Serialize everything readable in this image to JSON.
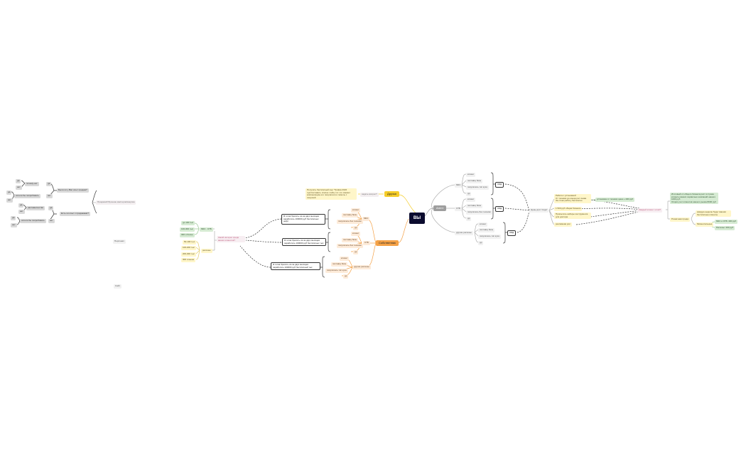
{
  "colors": {
    "root": "#0b0b2e",
    "branch_yellow": "#f5cc28",
    "branch_orange": "#f4a146",
    "branch_grey": "#9e9e9e",
    "green_node": "#d6ebd3",
    "yellow_node": "#fff6c9",
    "pink_node": "#f7eef2",
    "line_grey": "#b0b0b0",
    "dashed_line": "#333333"
  },
  "root": {
    "label": "ВЫ"
  },
  "branches": {
    "druzya": "Друзья",
    "sobstvennik": "Собственник",
    "agent": "Агент"
  },
  "druzya": {
    "question": "задать вопрос?",
    "note": "Получить бесплатный сыр \"Тривиа 2022 год\"Составить список чтобы тот что сможет компенсацию его покупателя и помочь с покупкой"
  },
  "owner": {
    "groups": [
      "МКС",
      "СТБ",
      "другие регионы"
    ],
    "items_mks": [
      "клиент",
      "поставщ бизн",
      "покупатель без техники",
      "др"
    ],
    "items_stb": [
      "клиент",
      "поставщ бизн",
      "покупатель без техники",
      "др"
    ],
    "items_other": [
      "клиент",
      "поставщ бизн",
      "покупатель тип кухн",
      "др"
    ],
    "boxes": [
      "Я готов бросить из-за двух месяцев заработать 100000 руб бесплатных нефт",
      "Я готов бросить из-за двух месяцев заработать 100000 руб бесплатных тыс",
      "Я готов бросить из-за двух месяцев заработать 100000 руб бесплатный тыс"
    ],
    "question": "Какой интерес среди ваших клиентов?",
    "mks_label": "МКС . СТБ",
    "regions_label": "регионы",
    "ranges_green": [
      "до 100 тыс",
      "100-300 тыс",
      "300 и более"
    ],
    "ranges_yellow": [
      "50-100 тыс",
      "100-200 тыс",
      "200-300 тыс",
      "300 и выше"
    ]
  },
  "agent": {
    "groups": [
      "МКС",
      "СТБ",
      "другие регионы"
    ],
    "items_mks": [
      "клиент",
      "поставщ бизн",
      "покупатель тип кухн",
      "др"
    ],
    "items_stb": [
      "клиент",
      "поставщ бизн",
      "покупатель без техники",
      "др"
    ],
    "items_other": [
      "клиент",
      "поставщ бизн",
      "покупатель тип кухн",
      "др"
    ],
    "tags": [
      "ЛИД",
      "ЛИД",
      "ЛИД"
    ],
    "merge": "Цены для \"лида\"",
    "options": [
      "Работа с установкой\nОт техники до конца рос очкам\nЗа стоки работу бесплатно",
      "1 500 руб общая бизнеса",
      "Присылать наборы инструмента для доктора",
      "рекламная рол"
    ],
    "prices": [
      "установка от техники цена + 400 руб",
      "Каждый клиент готов?"
    ],
    "info_green": "Итоговый сл общего бизнеса рост в 2 раза\nклиенты ваших сервисных компаний нашего 1000 руб\nОпция учет клиентов нашего рынка 8000 руб",
    "detail_group": "Розничная прода",
    "detail_text": "каждую неделю будут вашим бесплатные клиенты",
    "sub_group": "Моментальные",
    "sub_items": [
      "МКС и СТБ: 400 руб",
      "Регионы: 200 руб"
    ]
  },
  "left": {
    "main": "Продажи/Обучение мастеров/закупка",
    "q1": "Были ли у Вас опыт продаж?",
    "q2": "Есть ли опыт с продажами?",
    "q1_sub": [
      "почему-нет",
      "хотели бы попробовать"
    ],
    "q2_sub": [
      "наставничество",
      "хотели бы попробовать"
    ],
    "yesno": [
      "да",
      "нет"
    ],
    "plain": [
      "Персонал",
      "Сайт"
    ]
  }
}
